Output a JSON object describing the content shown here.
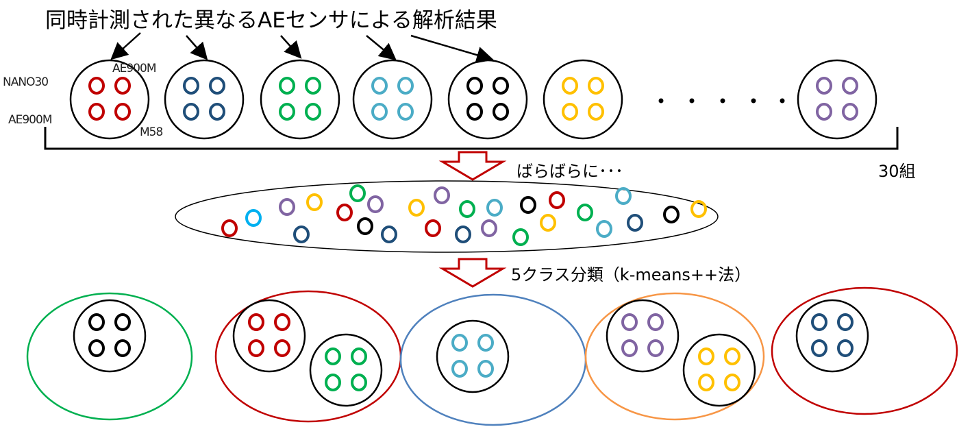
{
  "title": "同時計測された異なるAEセンサによる解析結果",
  "sensor_labels": {
    "top_left": "NANO30",
    "top_right": "AE900M",
    "bottom_left": "AE900M",
    "bottom_right": "M58"
  },
  "count_label": "30組",
  "shuffle_label": "ばらばらに･･･",
  "classify_label": "5クラス分類（k-means++法）",
  "colors": {
    "red": "#c00000",
    "navy": "#1f4e79",
    "green": "#00b050",
    "cyan": "#4bacc6",
    "black": "#000000",
    "yellow": "#ffc000",
    "purple": "#8064a2",
    "skyblue": "#00b0f0",
    "arrow": "#c00000",
    "cluster_green": "#00b050",
    "cluster_red": "#c00000",
    "cluster_blue": "#4f81bd",
    "cluster_orange": "#f79646"
  },
  "top_groups": [
    "red",
    "navy",
    "green",
    "cyan",
    "black",
    "yellow",
    "purple"
  ],
  "scatter": [
    "red",
    "skyblue",
    "purple",
    "yellow",
    "navy",
    "red",
    "green",
    "purple",
    "black",
    "navy",
    "yellow",
    "purple",
    "red",
    "green",
    "navy",
    "cyan",
    "purple",
    "black",
    "red",
    "green",
    "yellow",
    "green",
    "cyan",
    "cyan",
    "navy",
    "black",
    "yellow"
  ],
  "clusters": [
    {
      "color": "cluster_green",
      "groups": [
        "black"
      ]
    },
    {
      "color": "cluster_red",
      "groups": [
        "red",
        "green"
      ]
    },
    {
      "color": "cluster_blue",
      "groups": [
        "cyan"
      ]
    },
    {
      "color": "cluster_orange",
      "groups": [
        "purple",
        "yellow"
      ]
    },
    {
      "color": "cluster_red",
      "groups": [
        "navy"
      ]
    }
  ]
}
